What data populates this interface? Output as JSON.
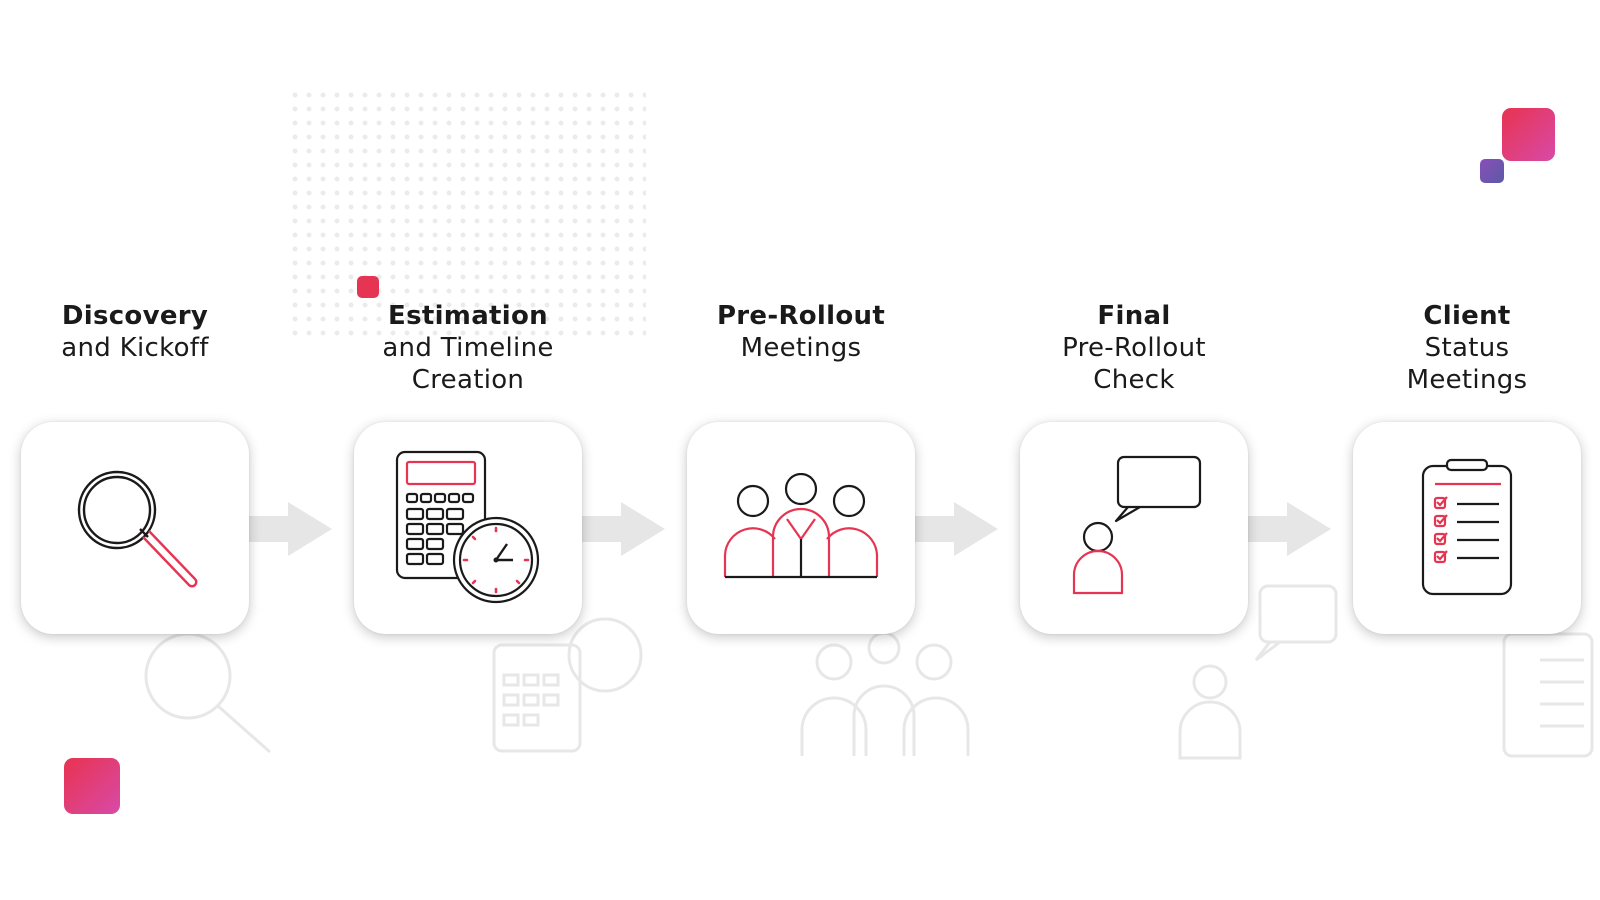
{
  "steps": [
    {
      "bold": "Discovery",
      "rest": "and Kickoff",
      "icon": "magnifier-icon"
    },
    {
      "bold": "Estimation",
      "rest": "and Timeline\nCreation",
      "icon": "calculator-clock-icon"
    },
    {
      "bold": "Pre-Rollout",
      "rest": "Meetings",
      "icon": "team-meeting-icon"
    },
    {
      "bold": "Final",
      "rest": "Pre-Rollout\nCheck",
      "icon": "person-speech-bubble-icon"
    },
    {
      "bold": "Client",
      "rest": "Status\nMeetings",
      "icon": "checklist-clipboard-icon"
    }
  ],
  "colors": {
    "accent": "#e53552",
    "accent_pink": "#d84aa8",
    "purple": "#5a5aa8",
    "arrow": "#e6e6e6",
    "line": "#1a1a1a"
  }
}
